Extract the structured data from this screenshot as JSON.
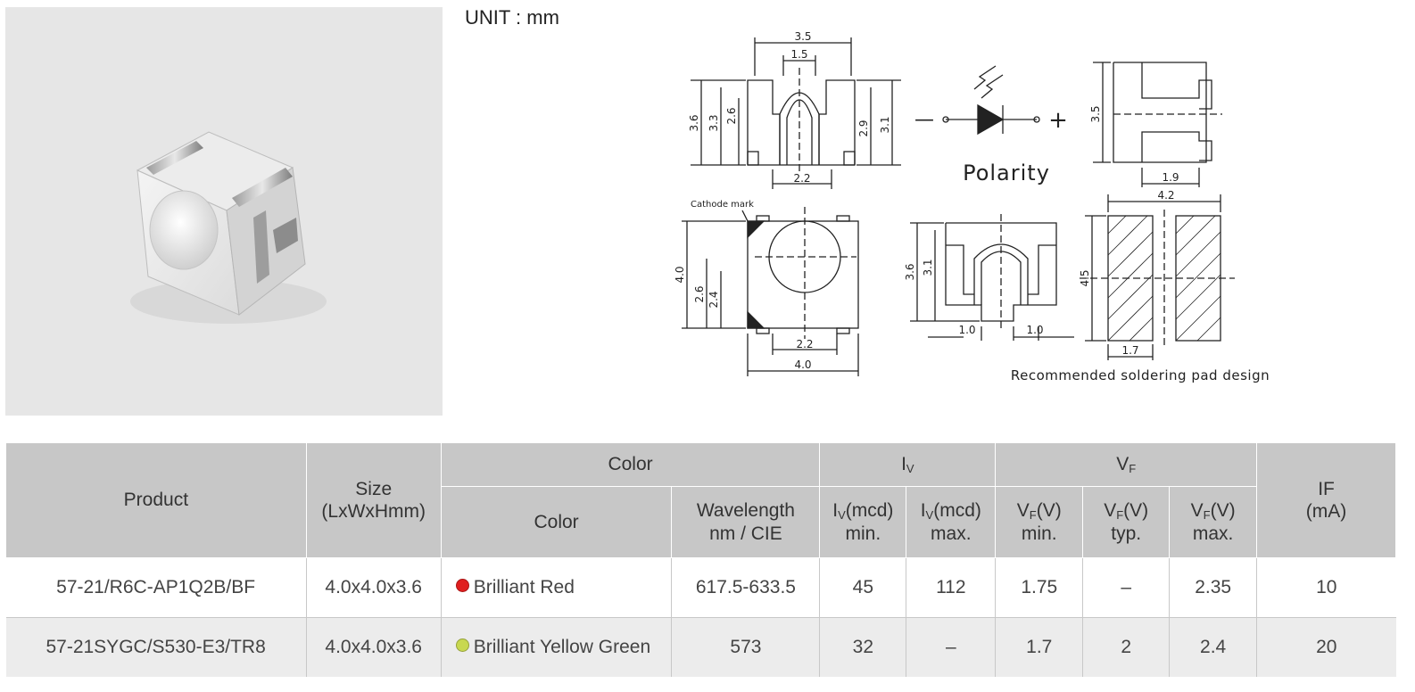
{
  "unit_label": "UNIT : mm",
  "drawing": {
    "front_view_dims": {
      "top_width": "3.5",
      "top_inner": "1.5",
      "h1": "3.6",
      "h2": "3.3",
      "h3": "2.6",
      "right_h1": "2.9",
      "right_h2": "3.1",
      "bottom": "2.2"
    },
    "polarity_label": "Polarity",
    "minus_sign": "—",
    "plus_sign": "+",
    "side_view_dims": {
      "height": "3.5",
      "bottom": "1.9"
    },
    "top_view": {
      "cathode_mark": "Cathode mark",
      "h_total": "4.0",
      "h_a": "2.6",
      "h_b": "2.4",
      "w_inner": "2.2",
      "w_total": "4.0"
    },
    "lens_view": {
      "h_total": "3.6",
      "h_inner": "3.1",
      "left_pad": "1.0",
      "right_pad": "1.0"
    },
    "pad_design": {
      "width": "4.2",
      "height": "4.5",
      "pad_width": "1.7",
      "caption": "Recommended soldering pad design"
    }
  },
  "table": {
    "headers": {
      "product": "Product",
      "size": "Size\n(LxWxHmm)",
      "color_group": "Color",
      "color": "Color",
      "wavelength": "Wavelength\nnm / CIE",
      "iv_group": {
        "main": "I",
        "sub": "V"
      },
      "iv_min": {
        "main": "I",
        "sub": "V",
        "rest": "(mcd)",
        "line2": "min."
      },
      "iv_max": {
        "main": "I",
        "sub": "V",
        "rest": "(mcd)",
        "line2": "max."
      },
      "vf_group": {
        "main": "V",
        "sub": "F"
      },
      "vf_min": {
        "main": "V",
        "sub": "F",
        "rest": "(V)",
        "line2": "min."
      },
      "vf_typ": {
        "main": "V",
        "sub": "F",
        "rest": "(V)",
        "line2": "typ."
      },
      "vf_max": {
        "main": "V",
        "sub": "F",
        "rest": "(V)",
        "line2": "max."
      },
      "if_ma": "IF\n(mA)"
    },
    "rows": [
      {
        "product": "57-21/R6C-AP1Q2B/BF",
        "size": "4.0x4.0x3.6",
        "color": "Brilliant Red",
        "dot_color": "#e01e1e",
        "wavelength": "617.5-633.5",
        "iv_min": "45",
        "iv_max": "112",
        "vf_min": "1.75",
        "vf_typ": "–",
        "vf_max": "2.35",
        "if_ma": "10"
      },
      {
        "product": "57-21SYGC/S530-E3/TR8",
        "size": "4.0x4.0x3.6",
        "color": "Brilliant Yellow Green",
        "dot_color": "#c8d850",
        "wavelength": "573",
        "iv_min": "32",
        "iv_max": "–",
        "vf_min": "1.7",
        "vf_typ": "2",
        "vf_max": "2.4",
        "if_ma": "20"
      }
    ]
  }
}
